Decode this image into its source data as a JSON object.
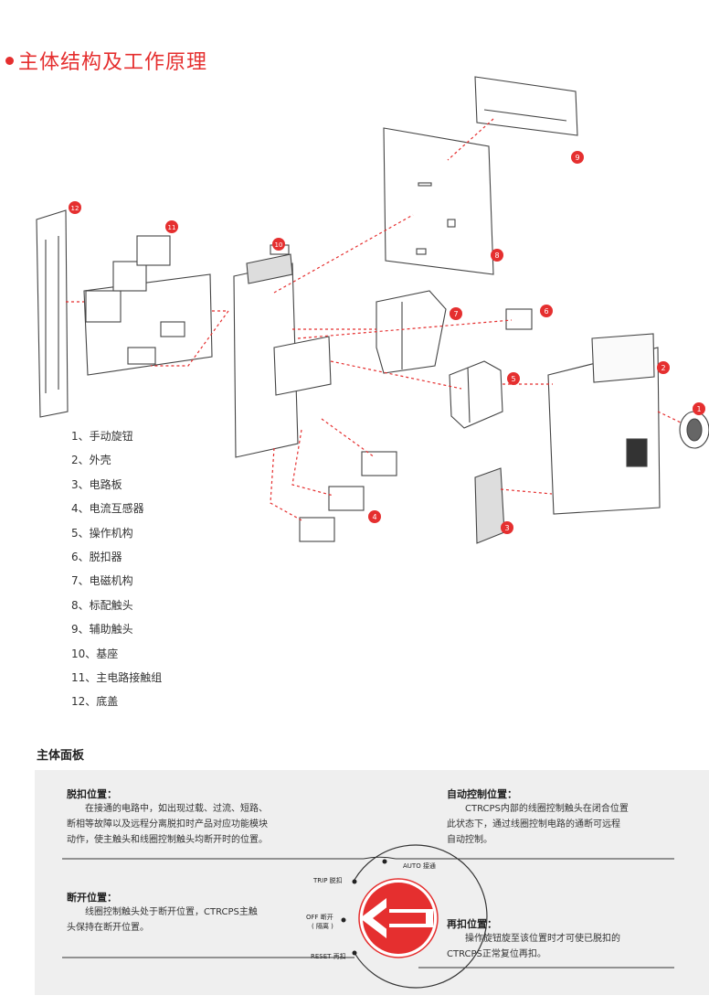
{
  "header": {
    "title": "主体结构及工作原理"
  },
  "parts": {
    "labels": [
      "1",
      "2",
      "3",
      "4",
      "5",
      "6",
      "7",
      "8",
      "9",
      "10",
      "11",
      "12"
    ],
    "items": [
      "1、手动旋钮",
      "2、外壳",
      "3、电路板",
      "4、电流互感器",
      "5、操作机构",
      "6、脱扣器",
      "7、电磁机构",
      "8、标配触头",
      "9、辅助触头",
      "10、基座",
      "11、主电路接触组",
      "12、底盖"
    ]
  },
  "panel": {
    "title": "主体面板",
    "trip": {
      "title": "脱扣位置：",
      "lines": [
        "在接通的电路中，如出现过载、过流、短路、",
        "断相等故障以及远程分离脱扣时产品对应功能模块",
        "动作，使主触头和线圈控制触头均断开时的位置。"
      ]
    },
    "auto": {
      "title": "自动控制位置：",
      "lines": [
        "CTRCPS内部的线圈控制触头在闭合位置",
        "此状态下，通过线圈控制电路的通断可远程",
        "自动控制。"
      ]
    },
    "off": {
      "title": "断开位置：",
      "lines": [
        "线圈控制触头处于断开位置，CTRCPS主触",
        "头保持在断开位置。"
      ]
    },
    "reset": {
      "title": "再扣位置：",
      "lines": [
        "操作旋钮旋至该位置时才可使已脱扣的",
        "CTRCPS正常复位再扣。"
      ]
    },
    "dial": {
      "auto": "AUTO 接通",
      "trip": "TRIP 脱扣",
      "off": "OFF 断开",
      "off_sub": "( 隔离 )",
      "reset": "RESET 再扣"
    }
  },
  "colors": {
    "accent": "#e52f2f",
    "panel_bg": "#efefef"
  }
}
